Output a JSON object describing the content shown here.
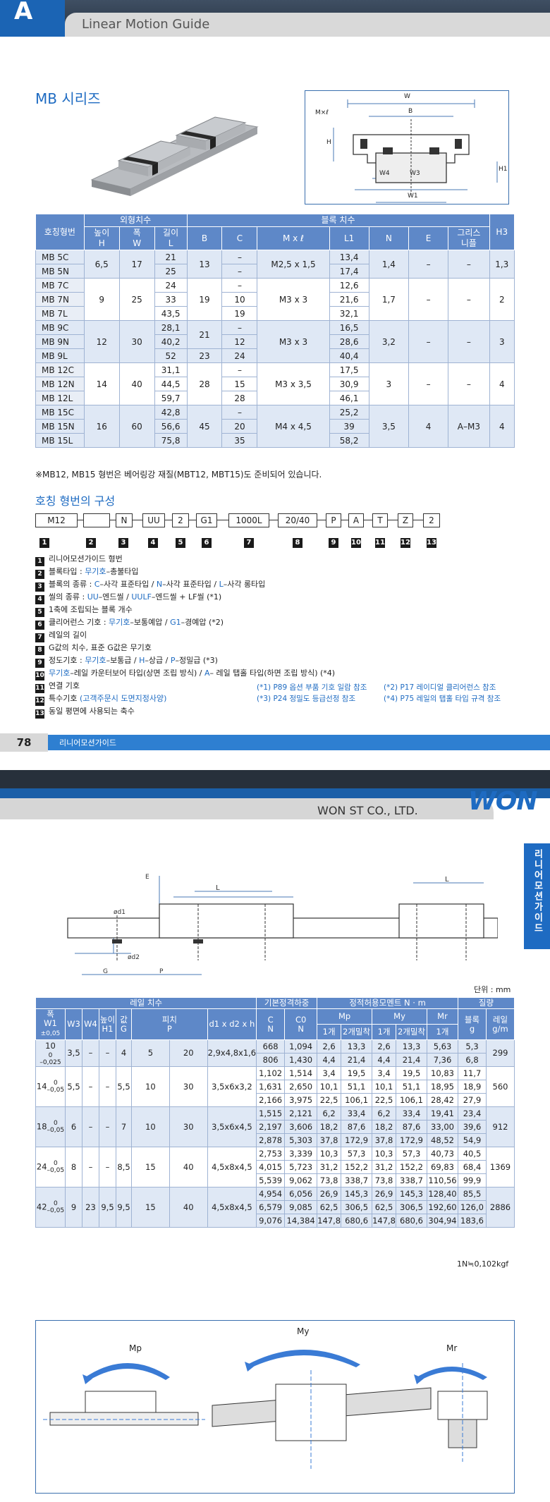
{
  "header": {
    "letter": "A",
    "title": "Linear Motion Guide"
  },
  "section_title": "MB 시리즈",
  "table1": {
    "h_model": "호칭형번",
    "h_outer": "외형치수",
    "h_block": "블록 치수",
    "h_H": [
      "높이",
      "H"
    ],
    "h_W": [
      "폭",
      "W"
    ],
    "h_L": [
      "길이",
      "L"
    ],
    "h_B": "B",
    "h_C": "C",
    "h_Ml": "M x ℓ",
    "h_L1": "L1",
    "h_N": "N",
    "h_E": "E",
    "h_grease": [
      "그리스",
      "니플"
    ],
    "h_H3": "H3",
    "rows": [
      {
        "model": "MB 5C",
        "L": "21",
        "C": "–",
        "L1": "13,4"
      },
      {
        "model": "MB 5N",
        "L": "25",
        "C": "–",
        "L1": "17,4"
      },
      {
        "model": "MB 7C",
        "L": "24",
        "C": "–",
        "L1": "12,6"
      },
      {
        "model": "MB 7N",
        "L": "33",
        "C": "10",
        "L1": "21,6"
      },
      {
        "model": "MB 7L",
        "L": "43,5",
        "C": "19",
        "L1": "32,1"
      },
      {
        "model": "MB 9C",
        "L": "28,1",
        "C": "–",
        "L1": "16,5"
      },
      {
        "model": "MB 9N",
        "L": "40,2",
        "C": "12",
        "L1": "28,6"
      },
      {
        "model": "MB 9L",
        "L": "52",
        "C": "24",
        "L1": "40,4"
      },
      {
        "model": "MB 12C",
        "L": "31,1",
        "C": "–",
        "L1": "17,5"
      },
      {
        "model": "MB 12N",
        "L": "44,5",
        "C": "15",
        "L1": "30,9"
      },
      {
        "model": "MB 12L",
        "L": "59,7",
        "C": "28",
        "L1": "46,1"
      },
      {
        "model": "MB 15C",
        "L": "42,8",
        "C": "–",
        "L1": "25,2"
      },
      {
        "model": "MB 15N",
        "L": "56,6",
        "C": "20",
        "L1": "39"
      },
      {
        "model": "MB 15L",
        "L": "75,8",
        "C": "35",
        "L1": "58,2"
      }
    ],
    "groups": [
      {
        "H": "6,5",
        "W": "17",
        "Ml": "M2,5 x 1,5",
        "N": "1,4",
        "E": "–",
        "G": "–",
        "H3": "1,3"
      },
      {
        "H": "9",
        "W": "25",
        "Ml": "M3 x 3",
        "N": "1,7",
        "E": "–",
        "G": "–",
        "H3": "2"
      },
      {
        "H": "12",
        "W": "30",
        "Ml": "M3 x 3",
        "N": "3,2",
        "E": "–",
        "G": "–",
        "H3": "3"
      },
      {
        "H": "14",
        "W": "40",
        "Ml": "M3 x 3,5",
        "N": "3",
        "E": "–",
        "G": "–",
        "H3": "4"
      },
      {
        "H": "16",
        "W": "60",
        "Ml": "M4 x 4,5",
        "N": "3,5",
        "E": "4",
        "G": "A–M3",
        "H3": "4"
      }
    ],
    "B": [
      "13",
      "19",
      "21",
      "23",
      "28",
      "45"
    ],
    "note": "※MB12, MB15 형번은 베어링강 재질(MBT12, MBT15)도 준비되어 있습니다."
  },
  "config": {
    "title": "호칭 형번의 구성",
    "boxes": [
      "M12",
      "",
      "N",
      "UU",
      "2",
      "G1",
      "1000L",
      "20/40",
      "P",
      "A",
      "T",
      "Z",
      "2"
    ],
    "nums": [
      "1",
      "2",
      "3",
      "4",
      "5",
      "6",
      "7",
      "8",
      "9",
      "10",
      "11",
      "12",
      "13"
    ],
    "legend": [
      [
        "리니어모션가이드 형번"
      ],
      [
        "블록타입 : ",
        "무기호",
        "–총불타입"
      ],
      [
        "블록의 종류 : ",
        "C",
        "–사각 표준타입 / ",
        "N",
        "–사각 표준타입 / ",
        "L",
        "–사각 롱타입"
      ],
      [
        "씰의 종류 : ",
        "UU",
        "–엔드씰 / ",
        "UULF",
        "–엔드씰 + LF씰 (*1)"
      ],
      [
        "1축에 조립되는 블록 개수"
      ],
      [
        "클리어런스 기호 : ",
        "무기호",
        "–보통예압 / ",
        "G1",
        "–경예압 (*2)"
      ],
      [
        "레일의 길이"
      ],
      [
        "G값의 치수, 표준 G값은 무기호"
      ],
      [
        "정도기호 : ",
        "무기호",
        "–보통급 / ",
        "H",
        "–상급 / ",
        "P",
        "–정밀급 (*3)"
      ],
      [
        "",
        "무기호",
        "–레일 카운터보어 타입(상면 조립 방식) / ",
        "A",
        "– 레일 탭홀 타입(하면 조립 방식) (*4)"
      ],
      [
        "연결 기호"
      ],
      [
        "특수기호 ",
        "(고객주문시 도면지정사양)"
      ],
      [
        "동일 평면에 사용되는 축수"
      ]
    ],
    "refs": [
      "(*1) P89 옵션 부품 기호 일람 참조",
      "(*2) P17 레이디얼 클리어런스 참조",
      "(*3) P24 정밀도 등급선정 참조",
      "(*4) P75 레일의 탭홀 타입 규격 참조"
    ]
  },
  "footer": {
    "page": "78",
    "text": "리니어모션가이드"
  },
  "page2": {
    "company": "WON ST CO., LTD.",
    "logo": "WON",
    "side_tab": "리니어모션가이드",
    "unit": "단위 : mm",
    "note": "1N≒0,102kgf"
  },
  "table2": {
    "h_rail": "레일 치수",
    "h_load": "기본정격하중",
    "h_moment": "정적허용모멘트 N · m",
    "h_mass": "질량",
    "h_W1": [
      "폭",
      "W1",
      "±0,05"
    ],
    "h_W3": "W3",
    "h_W4": "W4",
    "h_H1": [
      "높이",
      "H1"
    ],
    "h_G": [
      "값",
      "G"
    ],
    "h_P": [
      "피치",
      "P"
    ],
    "h_dxh": "d1 x d2 x h",
    "h_C": [
      "C",
      "N"
    ],
    "h_C0": [
      "C0",
      "N"
    ],
    "h_Mp": "Mp",
    "h_My": "My",
    "h_Mr": "Mr",
    "h_block": [
      "블록",
      "g"
    ],
    "h_railm": [
      "레일",
      "g/m"
    ],
    "h_one": "1개",
    "h_two": "2개밀착",
    "groups": [
      {
        "W1": "10",
        "tol": [
          "0",
          "–0,025"
        ],
        "W3": "3,5",
        "W4": "–",
        "H1": "–",
        "G": "4",
        "P": "5",
        "Pv": "20",
        "dxh": "2,9x4,8x1,6",
        "rail": "299",
        "rows": [
          [
            "668",
            "1,094",
            "2,6",
            "13,3",
            "2,6",
            "13,3",
            "5,63",
            "5,3"
          ],
          [
            "806",
            "1,430",
            "4,4",
            "21,4",
            "4,4",
            "21,4",
            "7,36",
            "6,8"
          ]
        ]
      },
      {
        "W1": "14",
        "tol": [
          "0",
          "–0,05"
        ],
        "W3": "5,5",
        "W4": "–",
        "H1": "–",
        "G": "5,5",
        "P": "10",
        "Pv": "30",
        "dxh": "3,5x6x3,2",
        "rail": "560",
        "rows": [
          [
            "1,102",
            "1,514",
            "3,4",
            "19,5",
            "3,4",
            "19,5",
            "10,83",
            "11,7"
          ],
          [
            "1,631",
            "2,650",
            "10,1",
            "51,1",
            "10,1",
            "51,1",
            "18,95",
            "18,9"
          ],
          [
            "2,166",
            "3,975",
            "22,5",
            "106,1",
            "22,5",
            "106,1",
            "28,42",
            "27,9"
          ]
        ]
      },
      {
        "W1": "18",
        "tol": [
          "0",
          "–0,05"
        ],
        "W3": "6",
        "W4": "–",
        "H1": "–",
        "G": "7",
        "P": "10",
        "Pv": "30",
        "dxh": "3,5x6x4,5",
        "rail": "912",
        "rows": [
          [
            "1,515",
            "2,121",
            "6,2",
            "33,4",
            "6,2",
            "33,4",
            "19,41",
            "23,4"
          ],
          [
            "2,197",
            "3,606",
            "18,2",
            "87,6",
            "18,2",
            "87,6",
            "33,00",
            "39,6"
          ],
          [
            "2,878",
            "5,303",
            "37,8",
            "172,9",
            "37,8",
            "172,9",
            "48,52",
            "54,9"
          ]
        ]
      },
      {
        "W1": "24",
        "tol": [
          "0",
          "–0,05"
        ],
        "W3": "8",
        "W4": "–",
        "H1": "–",
        "G": "8,5",
        "P": "15",
        "Pv": "40",
        "dxh": "4,5x8x4,5",
        "rail": "1369",
        "rows": [
          [
            "2,753",
            "3,339",
            "10,3",
            "57,3",
            "10,3",
            "57,3",
            "40,73",
            "40,5"
          ],
          [
            "4,015",
            "5,723",
            "31,2",
            "152,2",
            "31,2",
            "152,2",
            "69,83",
            "68,4"
          ],
          [
            "5,539",
            "9,062",
            "73,8",
            "338,7",
            "73,8",
            "338,7",
            "110,56",
            "99,9"
          ]
        ]
      },
      {
        "W1": "42",
        "tol": [
          "0",
          "–0,05"
        ],
        "W3": "9",
        "W4": "23",
        "H1": "9,5",
        "G": "9,5",
        "P": "15",
        "Pv": "40",
        "dxh": "4,5x8x4,5",
        "rail": "2886",
        "rows": [
          [
            "4,954",
            "6,056",
            "26,9",
            "145,3",
            "26,9",
            "145,3",
            "128,40",
            "85,5"
          ],
          [
            "6,579",
            "9,085",
            "62,5",
            "306,5",
            "62,5",
            "306,5",
            "192,60",
            "126,0"
          ],
          [
            "9,076",
            "14,384",
            "147,8",
            "680,6",
            "147,8",
            "680,6",
            "304,94",
            "183,6"
          ]
        ]
      }
    ]
  },
  "moments": {
    "mp": "Mp",
    "my": "My",
    "mr": "Mr"
  }
}
